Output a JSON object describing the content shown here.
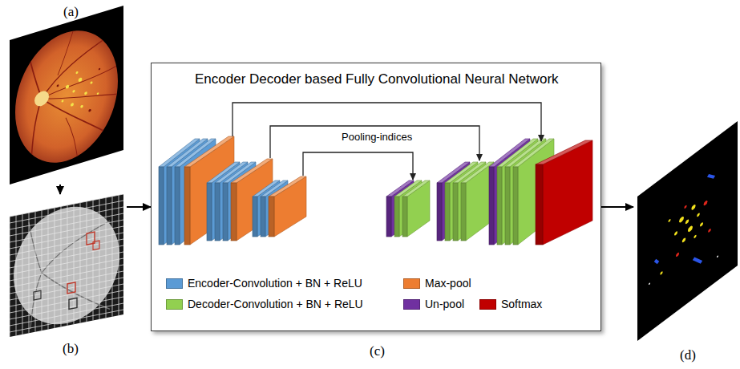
{
  "diagram": {
    "nodes": [
      {
        "text": [
          "(a)"
        ]
      },
      {
        "text": [
          "(b)"
        ]
      },
      {
        "text": [
          "Encoder Decoder based Fully Convolutional Neural Network",
          "(c)"
        ]
      },
      {
        "text": [
          "(d)"
        ]
      }
    ],
    "edges": [
      {
        "from": 0,
        "to": 1,
        "arrow": "to"
      },
      {
        "from": 1,
        "to": 2,
        "arrow": "to"
      },
      {
        "from": 2,
        "to": 3,
        "arrow": "to"
      }
    ],
    "labels": [
      "Pooling-indices"
    ],
    "legend": [
      {
        "text": "Encoder-Convolution + BN + ReLU",
        "color": "#5b9bd5"
      },
      {
        "text": "Max-pool",
        "color": "#ed7d31"
      },
      {
        "text": "Decoder-Convolution + BN + ReLU",
        "color": "#92d050"
      },
      {
        "text": "Un-pool",
        "color": "#7030a0"
      },
      {
        "text": "Softmax",
        "color": "#c00000"
      }
    ]
  }
}
